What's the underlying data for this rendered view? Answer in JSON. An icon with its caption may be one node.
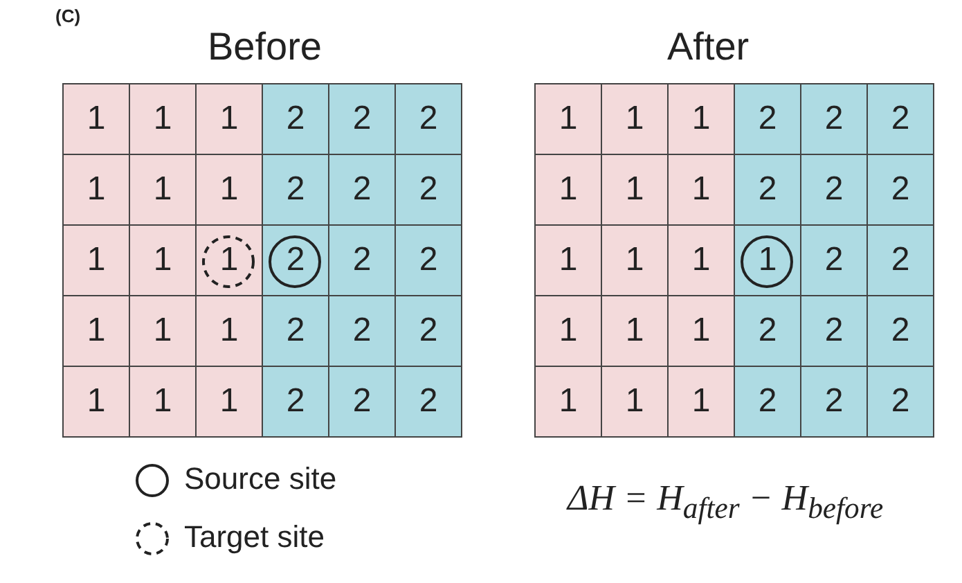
{
  "diagram": {
    "labels": [
      "(C)",
      "Before",
      "After",
      "1",
      "1",
      "1",
      "2",
      "2",
      "2",
      "1",
      "1",
      "1",
      "2",
      "2",
      "2",
      "1",
      "1",
      "1",
      "2",
      "2",
      "2",
      "1",
      "1",
      "1",
      "2",
      "2",
      "2",
      "1",
      "1",
      "1",
      "2",
      "2",
      "2",
      "1",
      "1",
      "1",
      "2",
      "2",
      "2",
      "1",
      "1",
      "1",
      "2",
      "2",
      "2",
      "1",
      "1",
      "1",
      "1",
      "2",
      "2",
      "1",
      "1",
      "1",
      "2",
      "2",
      "2",
      "1",
      "1",
      "1",
      "2",
      "2",
      "2",
      "ΔH = H$_{after}$ − H$_{before}$"
    ],
    "legend": [
      {
        "text": "Source site"
      },
      {
        "text": "Target site"
      }
    ]
  }
}
